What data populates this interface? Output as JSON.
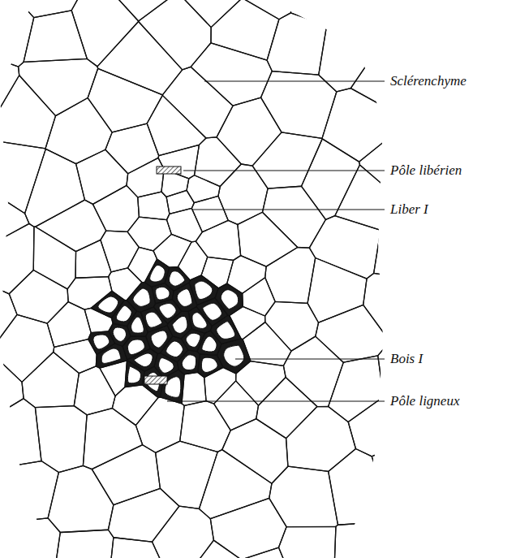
{
  "diagram": {
    "labels": [
      "Sclérenchyme",
      "Pôle libérien",
      "Liber I",
      "Bois I",
      "Pôle ligneux"
    ]
  }
}
